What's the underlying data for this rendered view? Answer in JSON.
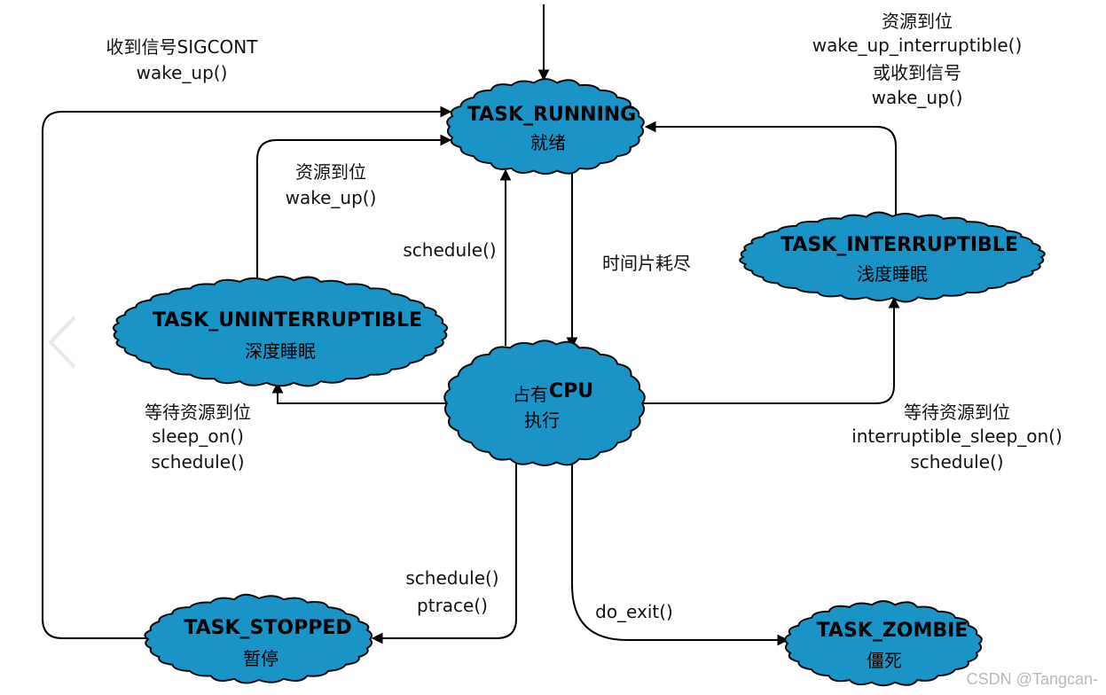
{
  "colors": {
    "state_fill": "#1a93c6",
    "state_stroke": "#0a0a0a",
    "arrow": "#000000",
    "watermark": "#b9b9b9"
  },
  "states": {
    "running": {
      "title": "TASK_RUNNING",
      "subtitle": "就绪"
    },
    "cpu": {
      "title": "CPU",
      "subtitle": "执行",
      "prefix": "占有"
    },
    "uninterruptible": {
      "title": "TASK_UNINTERRUPTIBLE",
      "subtitle": "深度睡眠"
    },
    "interruptible": {
      "title": "TASK_INTERRUPTIBLE",
      "subtitle": "浅度睡眠"
    },
    "stopped": {
      "title": "TASK_STOPPED",
      "subtitle": "暂停"
    },
    "zombie": {
      "title": "TASK_ZOMBIE",
      "subtitle": "僵死"
    }
  },
  "edges": {
    "stopped_to_running": {
      "line1": "收到信号SIGCONT",
      "line2": "wake_up()"
    },
    "interruptible_to_running": {
      "line1": "资源到位",
      "line2": "wake_up_interruptible()",
      "line3": "或收到信号",
      "line4": "wake_up()"
    },
    "uninterruptible_to_running": {
      "line1": "资源到位",
      "line2": "wake_up()"
    },
    "cpu_to_running": {
      "line1": "schedule()"
    },
    "running_to_cpu": {
      "line1": "时间片耗尽"
    },
    "cpu_to_uninterruptible": {
      "line1": "等待资源到位",
      "line2": "sleep_on()",
      "line3": "schedule()"
    },
    "cpu_to_interruptible": {
      "line1": "等待资源到位",
      "line2": "interruptible_sleep_on()",
      "line3": "schedule()"
    },
    "cpu_to_stopped": {
      "line1": "schedule()",
      "line2": "ptrace()"
    },
    "cpu_to_zombie": {
      "line1": "do_exit()"
    }
  },
  "icons": {
    "left_nav": "chevron-left-icon"
  },
  "watermark": "CSDN @Tangcan-"
}
